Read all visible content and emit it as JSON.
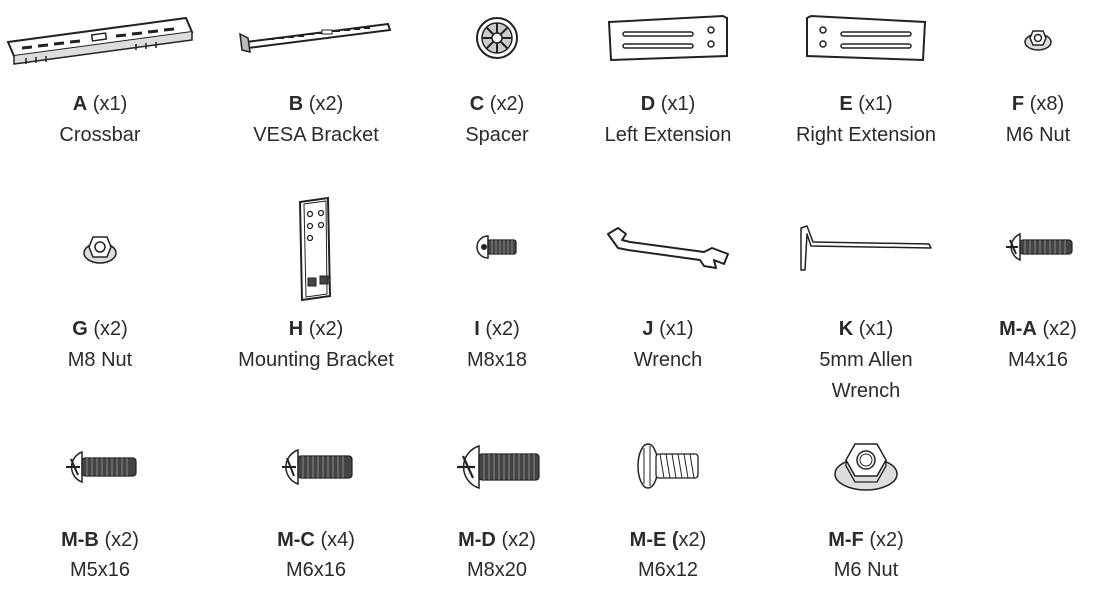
{
  "parts": [
    {
      "code": "A",
      "qty": "(x1)",
      "name": "Crossbar",
      "icon": "crossbar-icon"
    },
    {
      "code": "B",
      "qty": "(x2)",
      "name": "VESA Bracket",
      "icon": "vesa-bracket-icon"
    },
    {
      "code": "C",
      "qty": "(x2)",
      "name": "Spacer",
      "icon": "spacer-icon"
    },
    {
      "code": "D",
      "qty": "(x1)",
      "name": "Left Extension",
      "icon": "left-extension-icon"
    },
    {
      "code": "E",
      "qty": "(x1)",
      "name": "Right Extension",
      "icon": "right-extension-icon"
    },
    {
      "code": "F",
      "qty": "(x8)",
      "name": "M6 Nut",
      "icon": "m6-nut-icon"
    },
    {
      "code": "G",
      "qty": "(x2)",
      "name": "M8 Nut",
      "icon": "m8-nut-icon"
    },
    {
      "code": "H",
      "qty": "(x2)",
      "name": "Mounting Bracket",
      "icon": "mounting-bracket-icon"
    },
    {
      "code": "I",
      "qty": "(x2)",
      "name": "M8x18",
      "icon": "screw-m8x18-icon"
    },
    {
      "code": "J",
      "qty": "(x1)",
      "name": "Wrench",
      "icon": "wrench-icon"
    },
    {
      "code": "K",
      "qty": "(x1)",
      "name": "5mm Allen",
      "name2": "Wrench",
      "icon": "allen-wrench-icon"
    },
    {
      "code": "M-A",
      "qty": "(x2)",
      "name": "M4x16",
      "icon": "screw-m4x16-icon"
    },
    {
      "code": "M-B",
      "qty": "(x2)",
      "name": "M5x16",
      "icon": "screw-m5x16-icon"
    },
    {
      "code": "M-C",
      "qty": "(x4)",
      "name": "M6x16",
      "icon": "screw-m6x16-icon"
    },
    {
      "code": "M-D",
      "qty": "(x2)",
      "name": "M8x20",
      "icon": "screw-m8x20-icon"
    },
    {
      "code": "M-E (",
      "qty": "x2)",
      "name": "M6x12",
      "icon": "screw-m6x12-icon"
    },
    {
      "code": "M-F",
      "qty": "(x2)",
      "name": "M6 Nut",
      "icon": "flange-nut-m6-icon"
    }
  ]
}
